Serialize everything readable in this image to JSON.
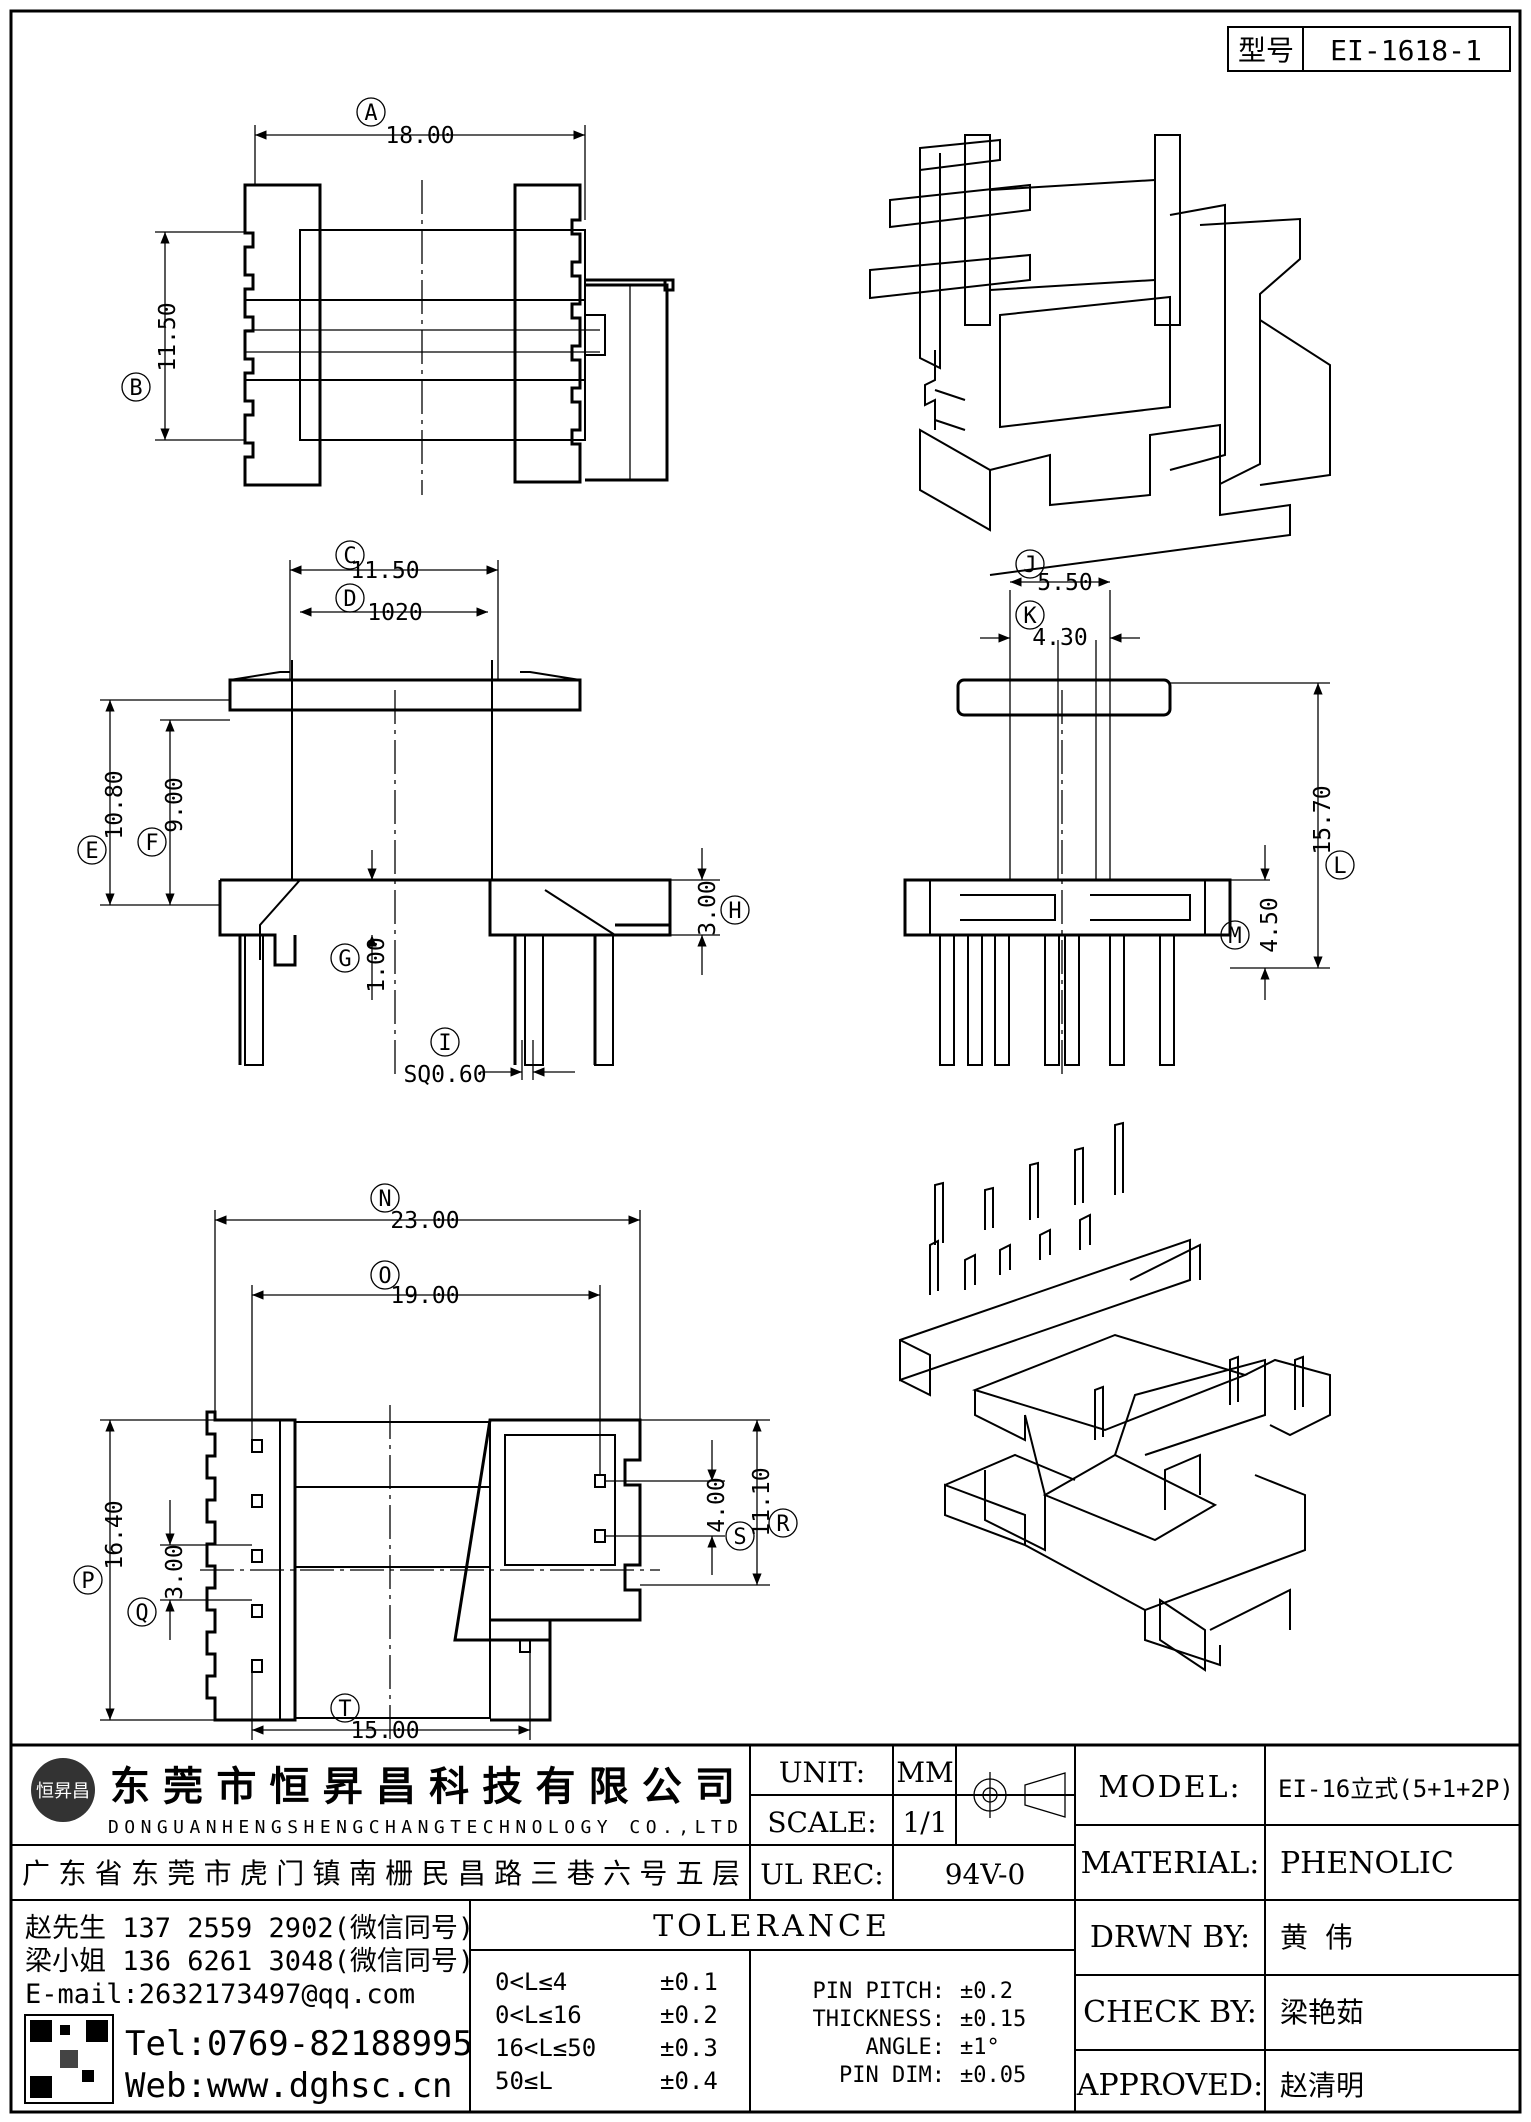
{
  "model_box": {
    "label": "型号",
    "value": "EI-1618-1"
  },
  "views": {
    "top": {
      "dims": [
        {
          "letter": "A",
          "value": "18.00"
        },
        {
          "letter": "B",
          "value": "11.50"
        }
      ]
    },
    "front": {
      "dims": [
        {
          "letter": "C",
          "value": "11.50"
        },
        {
          "letter": "D",
          "value": "1020"
        },
        {
          "letter": "E",
          "value": "10.80"
        },
        {
          "letter": "F",
          "value": "9.00"
        },
        {
          "letter": "G",
          "value": "1.00"
        },
        {
          "letter": "H",
          "value": "3.00"
        },
        {
          "letter": "I",
          "value": "SQ0.60"
        }
      ]
    },
    "side": {
      "dims": [
        {
          "letter": "J",
          "value": "5.50"
        },
        {
          "letter": "K",
          "value": "4.30"
        },
        {
          "letter": "L",
          "value": "15.70"
        },
        {
          "letter": "M",
          "value": "4.50"
        }
      ]
    },
    "bottom": {
      "dims": [
        {
          "letter": "N",
          "value": "23.00"
        },
        {
          "letter": "O",
          "value": "19.00"
        },
        {
          "letter": "P",
          "value": "16.40"
        },
        {
          "letter": "Q",
          "value": "3.00"
        },
        {
          "letter": "R",
          "value": "11.10"
        },
        {
          "letter": "S",
          "value": "4.00"
        },
        {
          "letter": "T",
          "value": "15.00"
        }
      ]
    }
  },
  "company": {
    "name_cn": "东莞市恒昇昌科技有限公司",
    "name_en": "DONGUANHENGSHENGCHANGTECHNOLOGY CO.,LTD",
    "address": "广东省东莞市虎门镇南栅民昌路三巷六号五层",
    "logo_text": "恒昇昌",
    "contacts": [
      "赵先生 137 2559 2902(微信同号)",
      "梁小姐 136 6261 3048(微信同号)",
      "E-mail:2632173497@qq.com"
    ],
    "tel": "Tel:0769-82188995",
    "web": "Web:www.dghsc.cn"
  },
  "spec": {
    "unit_label": "UNIT:",
    "unit_value": "MM",
    "scale_label": "SCALE:",
    "scale_value": "1/1",
    "ulrec_label": "UL REC:",
    "ulrec_value": "94V-0"
  },
  "tolerance": {
    "title": "TOLERANCE",
    "ranges": [
      {
        "range": "0<L≤4",
        "tol": "±0.1"
      },
      {
        "range": "0<L≤16",
        "tol": "±0.2"
      },
      {
        "range": "16<L≤50",
        "tol": "±0.3"
      },
      {
        "range": "50≤L",
        "tol": "±0.4"
      }
    ],
    "other": [
      {
        "label": "PIN PITCH:",
        "tol": "±0.2"
      },
      {
        "label": "THICKNESS:",
        "tol": "±0.15"
      },
      {
        "label": "ANGLE:",
        "tol": "±1°"
      },
      {
        "label": "PIN DIM:",
        "tol": "±0.05"
      }
    ]
  },
  "title_block": [
    {
      "label": "MODEL:",
      "value": "EI-16立式(5+1+2P)"
    },
    {
      "label": "MATERIAL:",
      "value": "PHENOLIC"
    },
    {
      "label": "DRWN BY:",
      "value": "黄 伟"
    },
    {
      "label": "CHECK BY:",
      "value": "梁艳茹"
    },
    {
      "label": "APPROVED:",
      "value": "赵清明"
    }
  ]
}
